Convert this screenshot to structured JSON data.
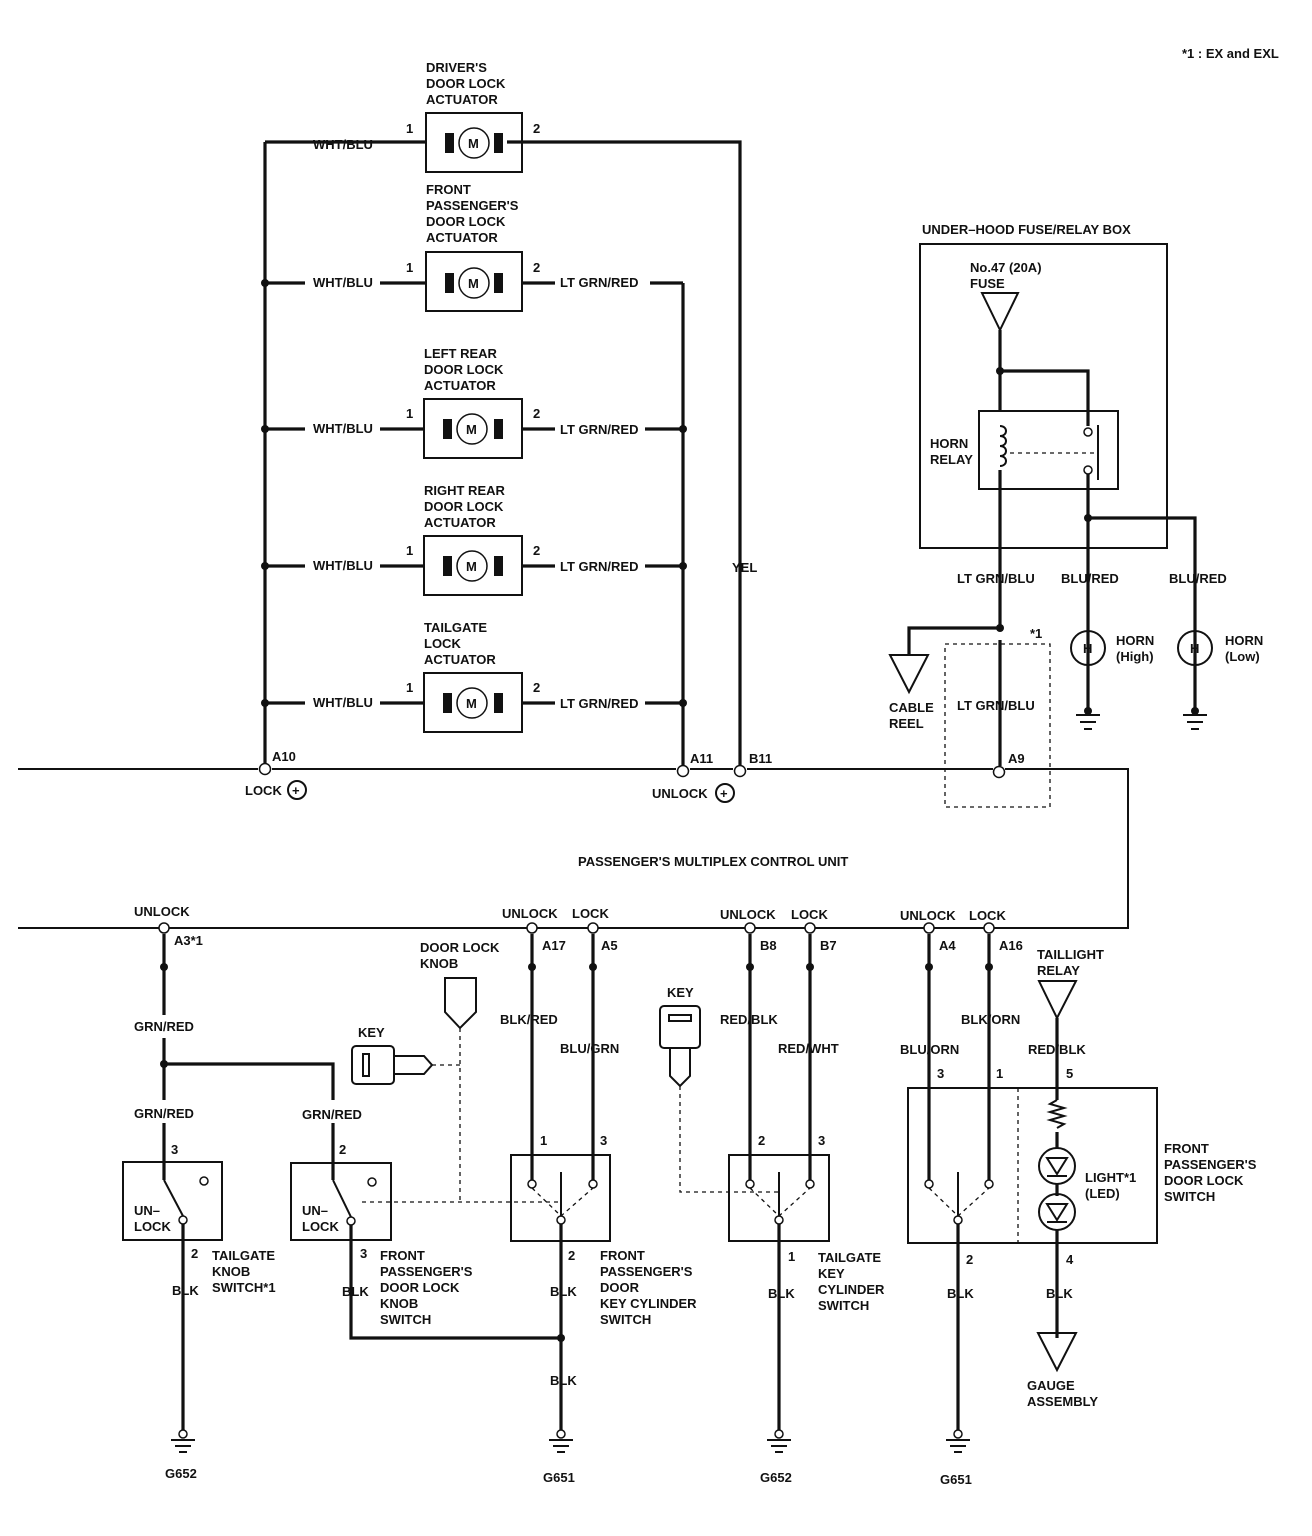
{
  "footnote": "*1 : EX and EXL",
  "actuators": [
    {
      "title_lines": [
        "DRIVER'S",
        "DOOR LOCK",
        "ACTUATOR"
      ],
      "left_wire": "WHT/BLU",
      "right_wire": "",
      "pin_left": "1",
      "pin_right": "2"
    },
    {
      "title_lines": [
        "FRONT",
        "PASSENGER'S",
        "DOOR LOCK",
        "ACTUATOR"
      ],
      "left_wire": "WHT/BLU",
      "right_wire": "LT GRN/RED",
      "pin_left": "1",
      "pin_right": "2"
    },
    {
      "title_lines": [
        "LEFT REAR",
        "DOOR LOCK",
        "ACTUATOR"
      ],
      "left_wire": "WHT/BLU",
      "right_wire": "LT GRN/RED",
      "pin_left": "1",
      "pin_right": "2"
    },
    {
      "title_lines": [
        "RIGHT REAR",
        "DOOR LOCK",
        "ACTUATOR"
      ],
      "left_wire": "WHT/BLU",
      "right_wire": "LT GRN/RED",
      "pin_left": "1",
      "pin_right": "2"
    },
    {
      "title_lines": [
        "TAILGATE",
        "LOCK",
        "ACTUATOR"
      ],
      "left_wire": "WHT/BLU",
      "right_wire": "LT GRN/RED",
      "pin_left": "1",
      "pin_right": "2"
    }
  ],
  "motor_symbol": "M",
  "yel_wire": "YEL",
  "upper_terminals": {
    "a10": "A10",
    "lock": "LOCK",
    "a11": "A11",
    "unlock": "UNLOCK",
    "b11": "B11",
    "a9": "A9",
    "plus": "+"
  },
  "control_unit": "PASSENGER'S MULTIPLEX CONTROL UNIT",
  "fuse_box": {
    "title": "UNDER–HOOD FUSE/RELAY BOX",
    "fuse_lines": [
      "No.47 (20A)",
      "FUSE"
    ],
    "relay_lines": [
      "HORN",
      "RELAY"
    ]
  },
  "horn_wires": {
    "relay_out": "LT GRN/BLU",
    "high_wire": "BLU/RED",
    "low_wire": "BLU/RED",
    "inner": "LT GRN/BLU",
    "note": "*1"
  },
  "horns": {
    "symbol": "H",
    "high_lines": [
      "HORN",
      "(High)"
    ],
    "low_lines": [
      "HORN",
      "(Low)"
    ]
  },
  "cable_reel_lines": [
    "CABLE",
    "REEL"
  ],
  "bottom_terminals": {
    "unlock": "UNLOCK",
    "lock": "LOCK",
    "a3": "A3*1",
    "a17": "A17",
    "a5": "A5",
    "b8": "B8",
    "b7": "B7",
    "a4": "A4",
    "a16": "A16"
  },
  "bottom_wires": {
    "grn_red": "GRN/RED",
    "blk_red": "BLK/RED",
    "blu_grn": "BLU/GRN",
    "red_blk": "RED/BLK",
    "red_wht": "RED/WHT",
    "blu_orn": "BLU/ORN",
    "blk_orn": "BLK/ORN",
    "red_blk2": "RED/BLK",
    "blk": "BLK"
  },
  "door_lock_knob_lines": [
    "DOOR LOCK",
    "KNOB"
  ],
  "key_label": "KEY",
  "key_label_2": "KEY",
  "taillight_relay_lines": [
    "TAILLIGHT",
    "RELAY"
  ],
  "gauge_lines": [
    "GAUGE",
    "ASSEMBLY"
  ],
  "light_lines": [
    "LIGHT*1",
    "(LED)"
  ],
  "switch_text": {
    "un": "UN–",
    "lock": "LOCK"
  },
  "switches": {
    "tailgate_knob": [
      "TAILGATE",
      "KNOB",
      "SWITCH*1"
    ],
    "front_knob": [
      "FRONT",
      "PASSENGER'S",
      "DOOR LOCK",
      "KNOB",
      "SWITCH"
    ],
    "front_key": [
      "FRONT",
      "PASSENGER'S",
      "DOOR",
      "KEY CYLINDER",
      "SWITCH"
    ],
    "tailgate_key": [
      "TAILGATE",
      "KEY",
      "CYLINDER",
      "SWITCH"
    ],
    "front_door_lock": [
      "FRONT",
      "PASSENGER'S",
      "DOOR LOCK",
      "SWITCH"
    ]
  },
  "pins": {
    "p1": "1",
    "p2": "2",
    "p3": "3",
    "p4": "4",
    "p5": "5"
  },
  "grounds": [
    "G652",
    "G651",
    "G652",
    "G651"
  ]
}
